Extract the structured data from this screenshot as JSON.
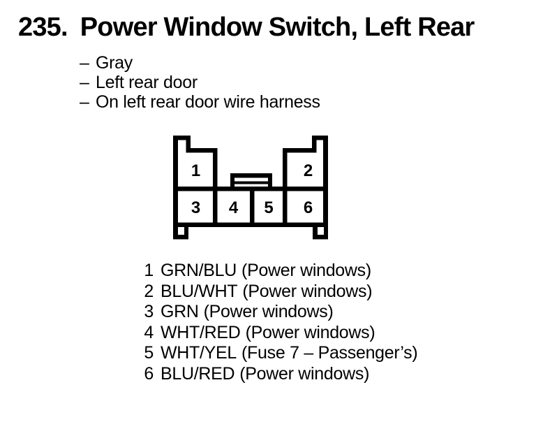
{
  "page": {
    "background": "#ffffff",
    "ink": "#000000"
  },
  "header": {
    "number": "235.",
    "title": "Power Window Switch, Left Rear"
  },
  "notes": {
    "marker": "–",
    "items": [
      "Gray",
      "Left rear door",
      "On left rear door wire harness"
    ]
  },
  "connector": {
    "description": "6-cavity connector, front view",
    "cavities": [
      "1",
      "2",
      "3",
      "4",
      "5",
      "6"
    ]
  },
  "pins": [
    {
      "num": "1",
      "wire": "GRN/BLU",
      "function": "(Power windows)"
    },
    {
      "num": "2",
      "wire": "BLU/WHT",
      "function": "(Power windows)"
    },
    {
      "num": "3",
      "wire": "GRN",
      "function": "(Power windows)"
    },
    {
      "num": "4",
      "wire": "WHT/RED",
      "function": "(Power windows)"
    },
    {
      "num": "5",
      "wire": "WHT/YEL",
      "function": "(Fuse 7 – Passenger’s)"
    },
    {
      "num": "6",
      "wire": "BLU/RED",
      "function": "(Power windows)"
    }
  ]
}
